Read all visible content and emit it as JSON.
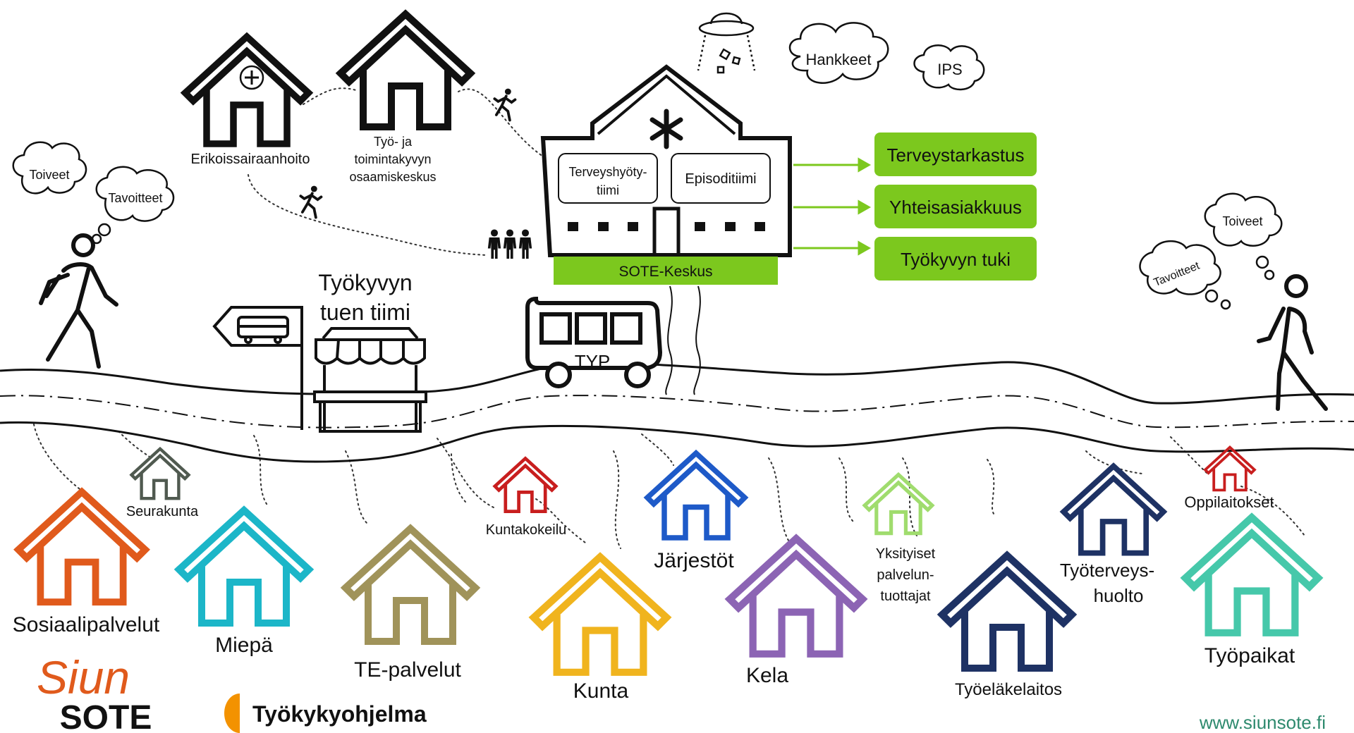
{
  "top": {
    "erikoissairaanhoito": "Erikoissairaanhoito",
    "tyo_line1": "Työ- ja",
    "tyo_line2": "toimintakyvyn",
    "tyo_line3": "osaamiskeskus",
    "hankkeet": "Hankkeet",
    "ips": "IPS"
  },
  "sote": {
    "team1_line1": "Terveyshyöty-",
    "team1_line2": "tiimi",
    "team2": "Episoditiimi",
    "label": "SOTE-Keskus",
    "outputs": [
      "Terveystarkastus",
      "Yhteisasiakkuus",
      "Työkyvyn tuki"
    ]
  },
  "people": {
    "left_thought1": "Toiveet",
    "left_thought2": "Tavoitteet",
    "right_thought1": "Toiveet",
    "right_thought2": "Tavoitteet"
  },
  "road": {
    "kiosk_line1": "Työkyvyn",
    "kiosk_line2": "tuen tiimi",
    "bus": "TYP"
  },
  "services": {
    "seurakunta": "Seurakunta",
    "sosiaalipalvelut": "Sosiaalipalvelut",
    "miepa": "Miepä",
    "te_palvelut": "TE-palvelut",
    "kuntakokeilu": "Kuntakokeilu",
    "kunta": "Kunta",
    "jarjestot": "Järjestöt",
    "kela": "Kela",
    "yksityiset_line1": "Yksityiset",
    "yksityiset_line2": "palvelun-",
    "yksityiset_line3": "tuottajat",
    "tyoelakelaitos": "Työeläkelaitos",
    "tyoterveys_line1": "Työterveys-",
    "tyoterveys_line2": "huolto",
    "oppilaitokset": "Oppilaitokset",
    "tyopaikat": "Työpaikat"
  },
  "footer": {
    "logo_script": "Siun",
    "logo_sote": "SOTE",
    "program": "Työkykyohjelma",
    "url": "www.siunsote.fi"
  },
  "colors": {
    "green": "#7cc81e",
    "sosiaalipalvelut": "#e05a1c",
    "miepa": "#1cb6c8",
    "te_palvelut": "#a0935a",
    "kunta": "#f0b41e",
    "jarjestot": "#1e5ac8",
    "kela": "#8c64b4",
    "yksityiset": "#a0dc6e",
    "tyoelakelaitos": "#1e3264",
    "tyoterveys": "#1e3264",
    "tyopaikat": "#46c8aa",
    "kuntakokeilu": "#c81e1e",
    "oppilaitokset": "#c81e1e",
    "seurakunta": "#505a50",
    "url": "#2e8a6e",
    "logo": "#e05a1c",
    "program": "#f39200"
  }
}
